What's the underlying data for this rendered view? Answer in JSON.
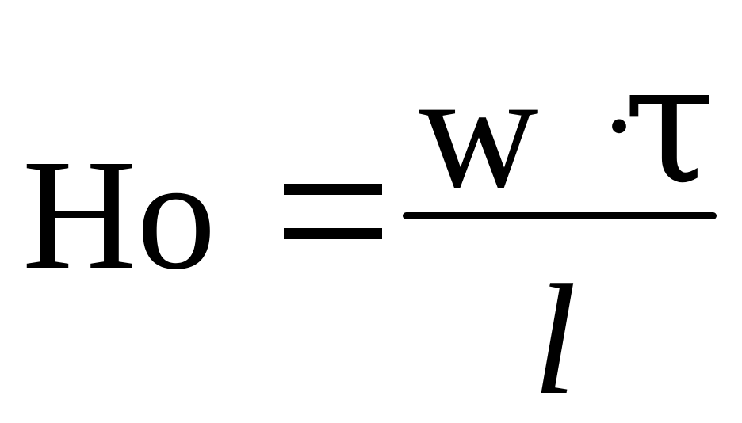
{
  "formula": {
    "lhs": "Ho",
    "relation": "=",
    "numerator": {
      "term1": "w",
      "operator": "·",
      "term2": "τ"
    },
    "denominator": "l"
  },
  "colors": {
    "ink": "#000000",
    "background": "#ffffff"
  }
}
